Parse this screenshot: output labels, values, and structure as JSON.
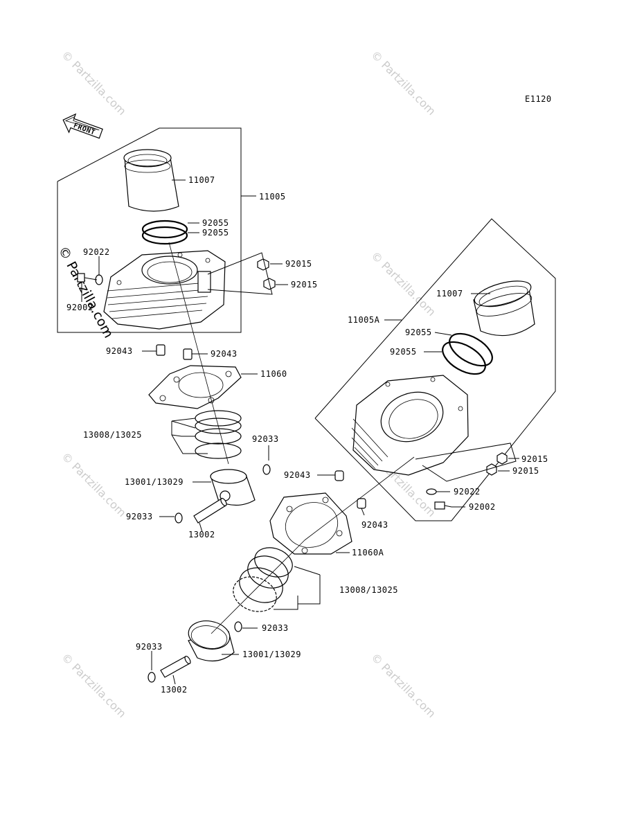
{
  "diagram": {
    "code": "E1120",
    "front_label": "FRONT",
    "watermark": "© Partzilla.com",
    "side_watermark": "© Partzilla.com",
    "upper_assembly": {
      "labels": {
        "liner": "11007",
        "cylinder": "11005",
        "ring_1": "92055",
        "ring_2": "92055",
        "washer": "92022",
        "bolt": "92002",
        "nut_1": "92015",
        "nut_2": "92015",
        "dowel_left": "92043",
        "dowel_right": "92043",
        "gasket": "11060",
        "piston_rings": "13008/13025",
        "clip_right": "92033",
        "piston": "13001/13029",
        "clip_left": "92033",
        "pin": "13002"
      }
    },
    "lower_assembly": {
      "labels": {
        "liner": "11007",
        "cylinder": "11005A",
        "ring_1": "92055",
        "ring_2": "92055",
        "nut_1": "92015",
        "nut_2": "92015",
        "dowel_left": "92043",
        "dowel_right": "92043",
        "washer": "92022",
        "bolt": "92002",
        "gasket": "11060A",
        "piston_rings": "13008/13025",
        "clip_right": "92033",
        "piston": "13001/13029",
        "clip_left": "92033",
        "pin": "13002"
      }
    }
  }
}
